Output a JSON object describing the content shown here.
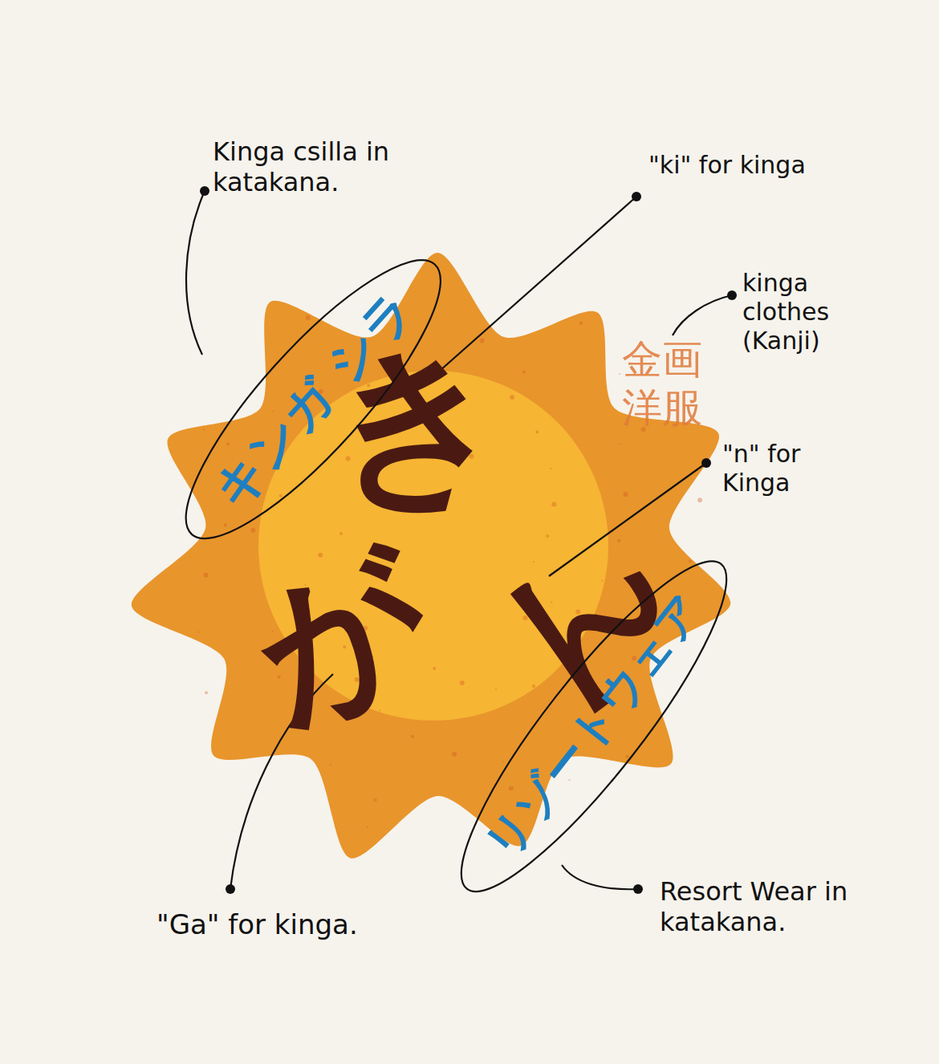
{
  "diagram": {
    "nodes": [
      {
        "text": [
          "キンガ シラ"
        ]
      },
      {
        "text": [
          "リゾートウェア"
        ]
      }
    ],
    "labels": [
      "Kinga csilla in katakana.",
      "\"ki\" for kinga",
      "kinga clothes (Kanji)",
      "\"n\" for Kinga",
      "Resort Wear in katakana.",
      "\"Ga\" for kinga.",
      "き",
      "ん",
      "が",
      "金画",
      "洋服"
    ]
  }
}
